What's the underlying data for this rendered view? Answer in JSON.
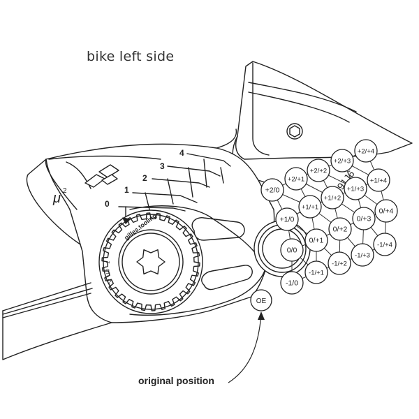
{
  "title": "bike left side",
  "caption": "original position",
  "brand_text": "gilles.tooling",
  "part_number": "1491J6",
  "mu_label": "μ",
  "mu_exp": "2",
  "scale_numbers": [
    "0",
    "1",
    "2",
    "3",
    "4"
  ],
  "wheel_marks": [
    "-1",
    "0",
    "+1",
    "+2"
  ],
  "origin_label": "OE",
  "positions": [
    {
      "id": "p20",
      "label": "+2/0"
    },
    {
      "id": "p21",
      "label": "+2/+1"
    },
    {
      "id": "p22",
      "label": "+2/+2"
    },
    {
      "id": "p23",
      "label": "+2/+3"
    },
    {
      "id": "p24",
      "label": "+2/+4"
    },
    {
      "id": "p10",
      "label": "+1/0"
    },
    {
      "id": "p11",
      "label": "+1/+1"
    },
    {
      "id": "p12",
      "label": "+1/+2"
    },
    {
      "id": "p13",
      "label": "+1/+3"
    },
    {
      "id": "p14",
      "label": "+1/+4"
    },
    {
      "id": "p00",
      "label": "0/0"
    },
    {
      "id": "p01",
      "label": "0/+1"
    },
    {
      "id": "p02",
      "label": "0/+2"
    },
    {
      "id": "p03",
      "label": "0/+3"
    },
    {
      "id": "p04",
      "label": "0/+4"
    },
    {
      "id": "m10",
      "label": "-1/0"
    },
    {
      "id": "m11",
      "label": "-1/+1"
    },
    {
      "id": "m12",
      "label": "-1/+2"
    },
    {
      "id": "m13",
      "label": "-1/+3"
    },
    {
      "id": "m14",
      "label": "-1/+4"
    }
  ]
}
